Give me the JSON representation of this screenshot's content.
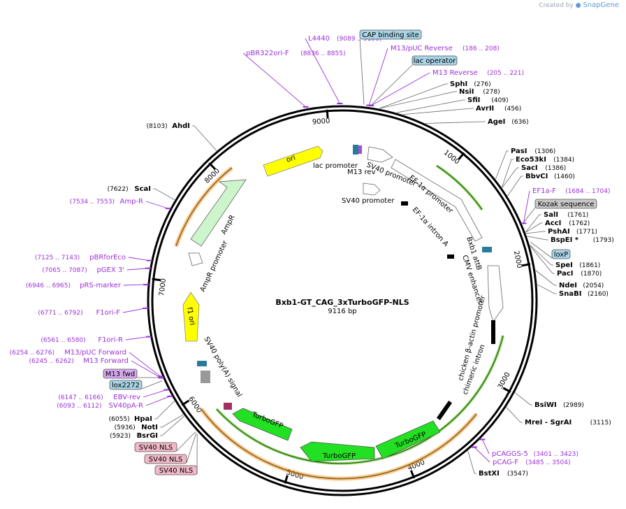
{
  "header": {
    "created_by": "Created by",
    "brand": "SnapGene"
  },
  "plasmid": {
    "name": "Bxb1-GT_CAG_3xTurboGFP-NLS",
    "size_label": "9116 bp",
    "total_bp": 9116
  },
  "ticks": [
    {
      "label": "1000",
      "bp": 1000
    },
    {
      "label": "2000",
      "bp": 2000
    },
    {
      "label": "3000",
      "bp": 3000
    },
    {
      "label": "4000",
      "bp": 4000
    },
    {
      "label": "5000",
      "bp": 5000
    },
    {
      "label": "6000",
      "bp": 6000
    },
    {
      "label": "7000",
      "bp": 7000
    },
    {
      "label": "8000",
      "bp": 8000
    },
    {
      "label": "9000",
      "bp": 9000
    }
  ],
  "right_enzymes": [
    {
      "name": "SphI",
      "pos": "(276)",
      "bp": 276
    },
    {
      "name": "NsiI",
      "pos": "(278)",
      "bp": 278
    },
    {
      "name": "SfiI",
      "pos": "(409)",
      "bp": 409
    },
    {
      "name": "AvrII",
      "pos": "(456)",
      "bp": 456
    },
    {
      "name": "AgeI",
      "pos": "(636)",
      "bp": 636
    },
    {
      "name": "PasI",
      "pos": "(1306)",
      "bp": 1306
    },
    {
      "name": "Eco53kI",
      "pos": "(1384)",
      "bp": 1384
    },
    {
      "name": "SacI",
      "pos": "(1386)",
      "bp": 1386
    },
    {
      "name": "BbvCI",
      "pos": "(1460)",
      "bp": 1460
    },
    {
      "name": "SalI",
      "pos": "(1761)",
      "bp": 1761
    },
    {
      "name": "AccI",
      "pos": "(1762)",
      "bp": 1762
    },
    {
      "name": "PshAI",
      "pos": "(1771)",
      "bp": 1771
    },
    {
      "name": "BspEI  *",
      "pos": "(1793)",
      "bp": 1793
    },
    {
      "name": "SpeI",
      "pos": "(1861)",
      "bp": 1861
    },
    {
      "name": "PacI",
      "pos": "(1870)",
      "bp": 1870
    },
    {
      "name": "NdeI",
      "pos": "(2054)",
      "bp": 2054
    },
    {
      "name": "SnaBI",
      "pos": "(2160)",
      "bp": 2160
    },
    {
      "name": "BsiWI",
      "pos": "(2989)",
      "bp": 2989
    },
    {
      "name": "MreI  - SgrAI",
      "pos": "(3115)",
      "bp": 3115
    },
    {
      "name": "BstXI",
      "pos": "(3547)",
      "bp": 3547
    }
  ],
  "left_enzymes": [
    {
      "name": "AhdI",
      "pos": "(8103)",
      "bp": 8103
    },
    {
      "name": "ScaI",
      "pos": "(7622)",
      "bp": 7622
    },
    {
      "name": "HpaI",
      "pos": "(6055)",
      "bp": 6055
    },
    {
      "name": "NotI",
      "pos": "(5936)",
      "bp": 5936
    },
    {
      "name": "BsrGI",
      "pos": "(5923)",
      "bp": 5923
    }
  ],
  "primers": [
    {
      "name": "L4440",
      "range": "(9089 .. 9106)"
    },
    {
      "name": "pBR322ori-F",
      "range": "(8836 .. 8855)"
    },
    {
      "name": "M13/pUC Reverse",
      "range": "(186 .. 208)"
    },
    {
      "name": "M13 Reverse",
      "range": "(205 .. 221)"
    },
    {
      "name": "EF1a-F",
      "range": "(1684 .. 1704)"
    },
    {
      "name": "pCAGGS-5",
      "range": "(3401 .. 3423)"
    },
    {
      "name": "pCAG-F",
      "range": "(3485 .. 3504)"
    },
    {
      "name": "Amp-R",
      "range": "(7534 .. 7553)"
    },
    {
      "name": "pBRforEco",
      "range": "(7125 .. 7143)"
    },
    {
      "name": "pGEX 3'",
      "range": "(7065 .. 7087)"
    },
    {
      "name": "pRS-marker",
      "range": "(6946 .. 6965)"
    },
    {
      "name": "F1ori-F",
      "range": "(6771 .. 6792)"
    },
    {
      "name": "F1ori-R",
      "range": "(6561 .. 6580)"
    },
    {
      "name": "M13/pUC Forward",
      "range": "(6254 .. 6276)"
    },
    {
      "name": "M13 Forward",
      "range": "(6245 .. 6262)"
    },
    {
      "name": "EBV-rev",
      "range": "(6147 .. 6166)"
    },
    {
      "name": "SV40pA-R",
      "range": "(6093 .. 6112)"
    }
  ],
  "boxed_labels": [
    {
      "name": "CAP binding site",
      "color": "#a8d4e6"
    },
    {
      "name": "lac operator",
      "color": "#a8d4e6"
    },
    {
      "name": "Kozak sequence",
      "color": "#c8c8c8"
    },
    {
      "name": "loxP",
      "color": "#a8d4e6"
    },
    {
      "name": "M13 fwd",
      "color": "#d7a8f0"
    },
    {
      "name": "lox2272",
      "color": "#a8d4e6"
    },
    {
      "name": "SV40 NLS",
      "color": "#f0b8c8"
    },
    {
      "name": "SV40 NLS",
      "color": "#f0b8c8"
    },
    {
      "name": "SV40 NLS",
      "color": "#f0b8c8"
    }
  ],
  "features": [
    {
      "name": "ori",
      "color": "#ffff00"
    },
    {
      "name": "lac promoter"
    },
    {
      "name": "M13 rev"
    },
    {
      "name": "SV40 promoter"
    },
    {
      "name": "SV40 promoter"
    },
    {
      "name": "EF-1α promoter"
    },
    {
      "name": "EF-1α intron A"
    },
    {
      "name": "Bxb1 attB"
    },
    {
      "name": "CMV enhancer"
    },
    {
      "name": "chicken β-actin promoter"
    },
    {
      "name": "chimeric intron"
    },
    {
      "name": "TurboGFP",
      "color": "#22e022"
    },
    {
      "name": "TurboGFP",
      "color": "#22e022"
    },
    {
      "name": "TurboGFP",
      "color": "#22e022"
    },
    {
      "name": "SV40 poly(A) signal"
    },
    {
      "name": "f1 ori",
      "color": "#ffff00"
    },
    {
      "name": "AmpR promoter"
    },
    {
      "name": "AmpR",
      "color": "#ccf5cc"
    }
  ],
  "colors": {
    "purple": "#9b30d9",
    "orange": "#f0a030",
    "green": "#66cc33",
    "backbone": "#000000"
  }
}
